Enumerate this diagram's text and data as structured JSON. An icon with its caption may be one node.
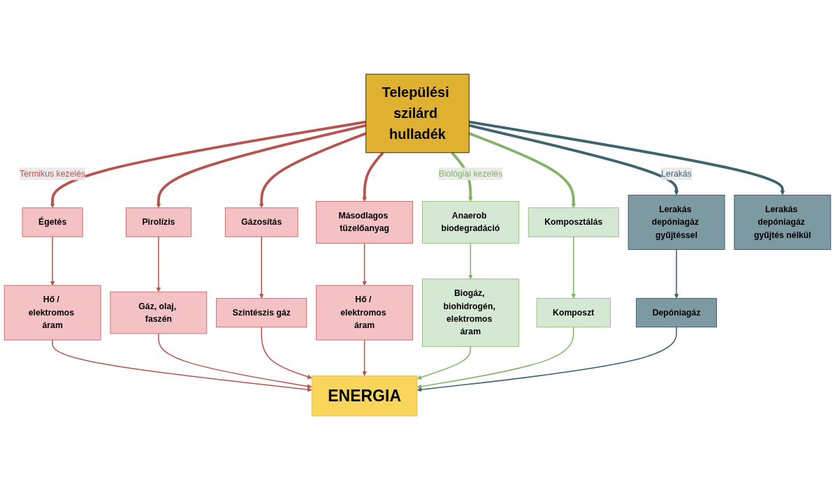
{
  "diagram": {
    "nodes": [
      {
        "text": [
          "Települési szilárd hulladék"
        ]
      },
      {
        "text": [
          "Égetés"
        ]
      },
      {
        "text": [
          "Pirolízis"
        ]
      },
      {
        "text": [
          "Gázosítás"
        ]
      },
      {
        "text": [
          "Másodlagos tüzelőanyag"
        ]
      },
      {
        "text": [
          "Anaerob biodegradáció"
        ]
      },
      {
        "text": [
          "Komposztálás"
        ]
      },
      {
        "text": [
          "Lerakás depóniagáz gyűjtéssel"
        ]
      },
      {
        "text": [
          "Lerakás depóniagáz gyűjtés nélkül"
        ]
      },
      {
        "text": [
          "Hő / elektromos áram"
        ]
      },
      {
        "text": [
          "Gáz, olaj, faszén"
        ]
      },
      {
        "text": [
          "Szintészis gáz"
        ]
      },
      {
        "text": [
          "Hő / elektromos áram"
        ]
      },
      {
        "text": [
          "Biogáz, biohidrogén, elektromos áram"
        ]
      },
      {
        "text": [
          "Komposzt"
        ]
      },
      {
        "text": [
          "Depóniagáz"
        ]
      },
      {
        "text": [
          "ENERGIA"
        ]
      }
    ],
    "edges": [
      {
        "from": 0,
        "to": 1,
        "arrow": "to",
        "style": "thick",
        "label": "Termikus kezelés"
      },
      {
        "from": 0,
        "to": 2,
        "arrow": "to",
        "style": "thick"
      },
      {
        "from": 0,
        "to": 3,
        "arrow": "to",
        "style": "thick"
      },
      {
        "from": 0,
        "to": 4,
        "arrow": "to",
        "style": "thick"
      },
      {
        "from": 0,
        "to": 5,
        "arrow": "to",
        "style": "thick",
        "color": "#82b366",
        "label": "Biológiai kezelés"
      },
      {
        "from": 0,
        "to": 6,
        "arrow": "to",
        "style": "thick",
        "color": "#82b366"
      },
      {
        "from": 0,
        "to": 7,
        "arrow": "to",
        "style": "thick",
        "color": "#3e6470",
        "label": "Lerakás"
      },
      {
        "from": 0,
        "to": 8,
        "arrow": "to",
        "style": "thick",
        "color": "#3e6470"
      },
      {
        "from": 1,
        "to": 9,
        "arrow": "to"
      },
      {
        "from": 2,
        "to": 10,
        "arrow": "to"
      },
      {
        "from": 3,
        "to": 11,
        "arrow": "to"
      },
      {
        "from": 4,
        "to": 12,
        "arrow": "to"
      },
      {
        "from": 5,
        "to": 13,
        "arrow": "to",
        "color": "#82b366"
      },
      {
        "from": 6,
        "to": 14,
        "arrow": "to",
        "color": "#82b366"
      },
      {
        "from": 7,
        "to": 15,
        "arrow": "to",
        "color": "#3e6470"
      },
      {
        "from": 9,
        "to": 16,
        "arrow": "to"
      },
      {
        "from": 10,
        "to": 16,
        "arrow": "to"
      },
      {
        "from": 11,
        "to": 16,
        "arrow": "to"
      },
      {
        "from": 12,
        "to": 16,
        "arrow": "to"
      },
      {
        "from": 13,
        "to": 16,
        "arrow": "to",
        "color": "#82b366"
      },
      {
        "from": 14,
        "to": 16,
        "arrow": "to",
        "color": "#82b366"
      },
      {
        "from": 15,
        "to": 16,
        "arrow": "to",
        "color": "#3e6470"
      }
    ]
  }
}
